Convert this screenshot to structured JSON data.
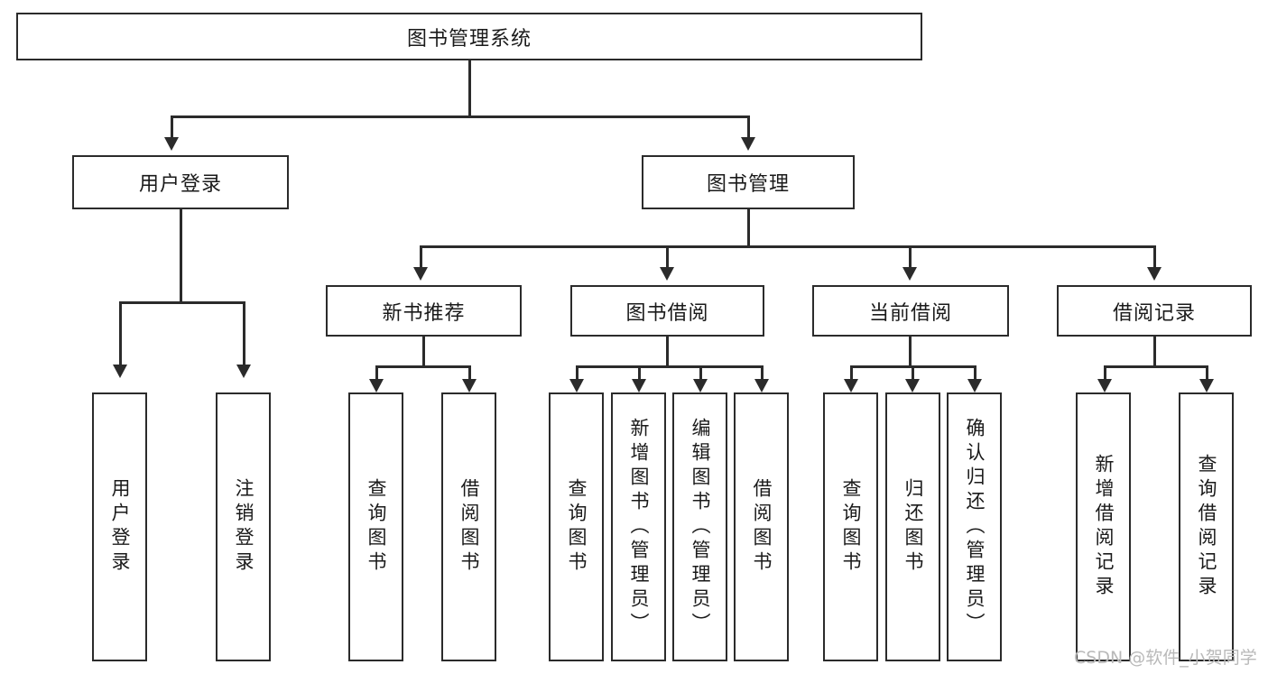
{
  "diagram": {
    "type": "tree-hierarchy-diagram",
    "title": "图书管理系统",
    "colors": {
      "stroke": "#2b2b2b",
      "fill": "#ffffff",
      "background": "#ffffff",
      "watermark": "#b9b9b9"
    },
    "root": {
      "label": "图书管理系统"
    },
    "level2": [
      {
        "label": "用户登录"
      },
      {
        "label": "图书管理"
      }
    ],
    "level3": [
      {
        "label": "新书推荐"
      },
      {
        "label": "图书借阅"
      },
      {
        "label": "当前借阅"
      },
      {
        "label": "借阅记录"
      }
    ],
    "leaves": {
      "user_login": [
        {
          "label": "用户登录"
        },
        {
          "label": "注销登录"
        }
      ],
      "new_book_recommend": [
        {
          "label": "查询图书"
        },
        {
          "label": "借阅图书"
        }
      ],
      "book_borrow": [
        {
          "label": "查询图书"
        },
        {
          "label": "新增图书（管理员）"
        },
        {
          "label": "编辑图书（管理员）"
        },
        {
          "label": "借阅图书"
        }
      ],
      "current_borrow": [
        {
          "label": "查询图书"
        },
        {
          "label": "归还图书"
        },
        {
          "label": "确认归还（管理员）"
        }
      ],
      "borrow_record": [
        {
          "label": "新增借阅记录"
        },
        {
          "label": "查询借阅记录"
        }
      ]
    }
  },
  "watermark": {
    "text": "CSDN @软件_小贺同学"
  }
}
